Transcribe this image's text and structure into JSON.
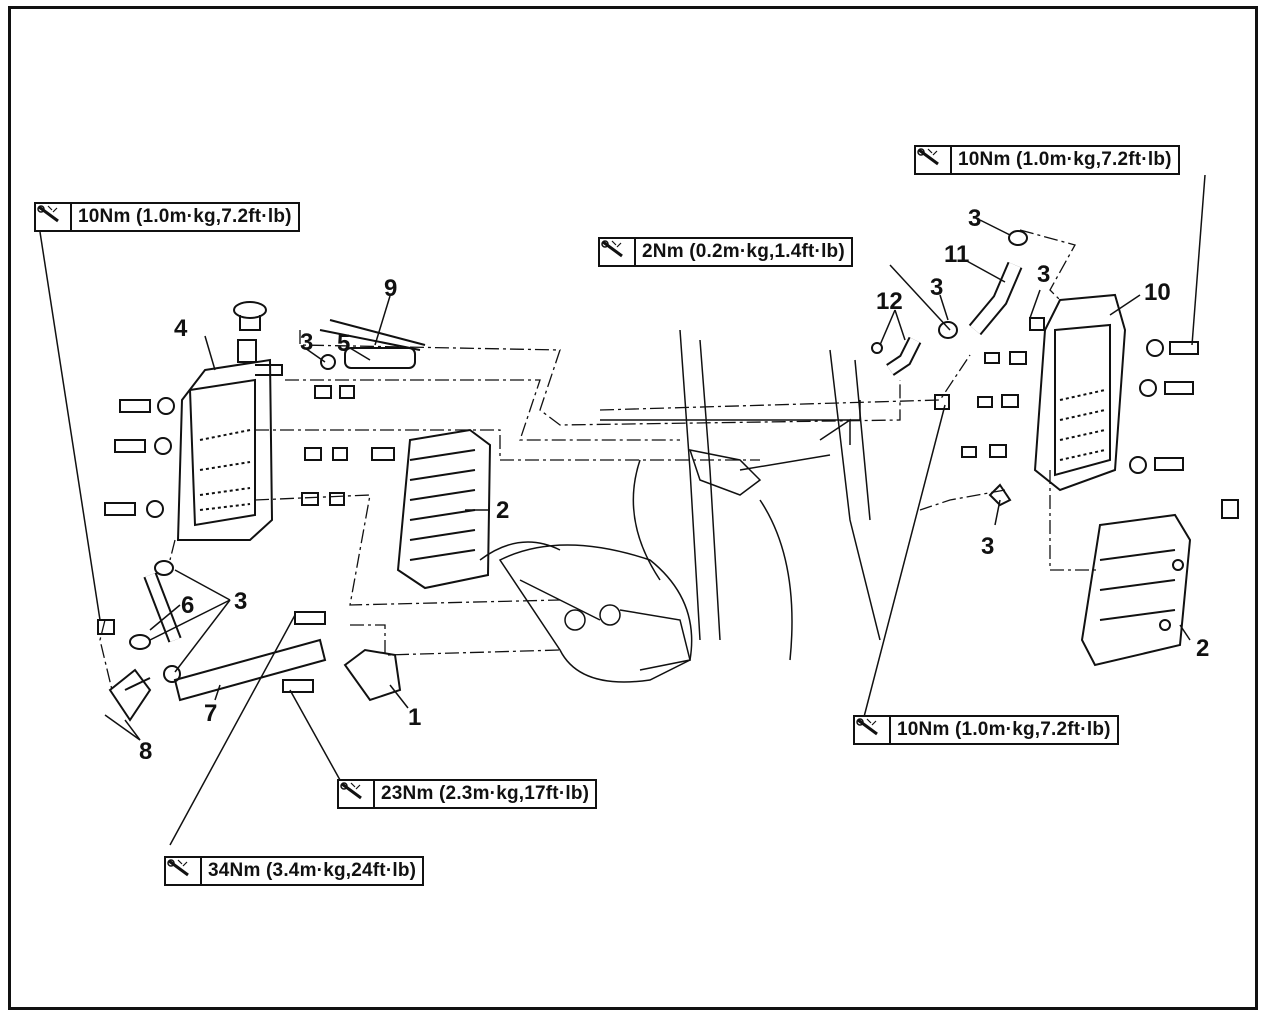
{
  "torque_specs": {
    "left_radiator_bolt": "10Nm (1.0m·kg,7.2ft·lb)",
    "hose_clamp": "2Nm (0.2m·kg,1.4ft·lb)",
    "right_radiator_upper": "10Nm (1.0m·kg,7.2ft·lb)",
    "right_radiator_lower": "10Nm (1.0m·kg,7.2ft·lb)",
    "pump_cover_bolt": "23Nm (2.3m·kg,17ft·lb)",
    "pipe_bolt": "34Nm (3.4m·kg,24ft·lb)"
  },
  "part_numbers": {
    "n1": "1",
    "n2_left": "2",
    "n2_right": "2",
    "n3_a": "3",
    "n3_b": "3",
    "n3_c": "3",
    "n3_d": "3",
    "n3_e": "3",
    "n3_f": "3",
    "n4": "4",
    "n5": "5",
    "n6": "6",
    "n7": "7",
    "n8": "8",
    "n9": "9",
    "n10": "10",
    "n11": "11",
    "n12": "12"
  },
  "icons": {
    "torque": "torque-wrench-icon"
  }
}
